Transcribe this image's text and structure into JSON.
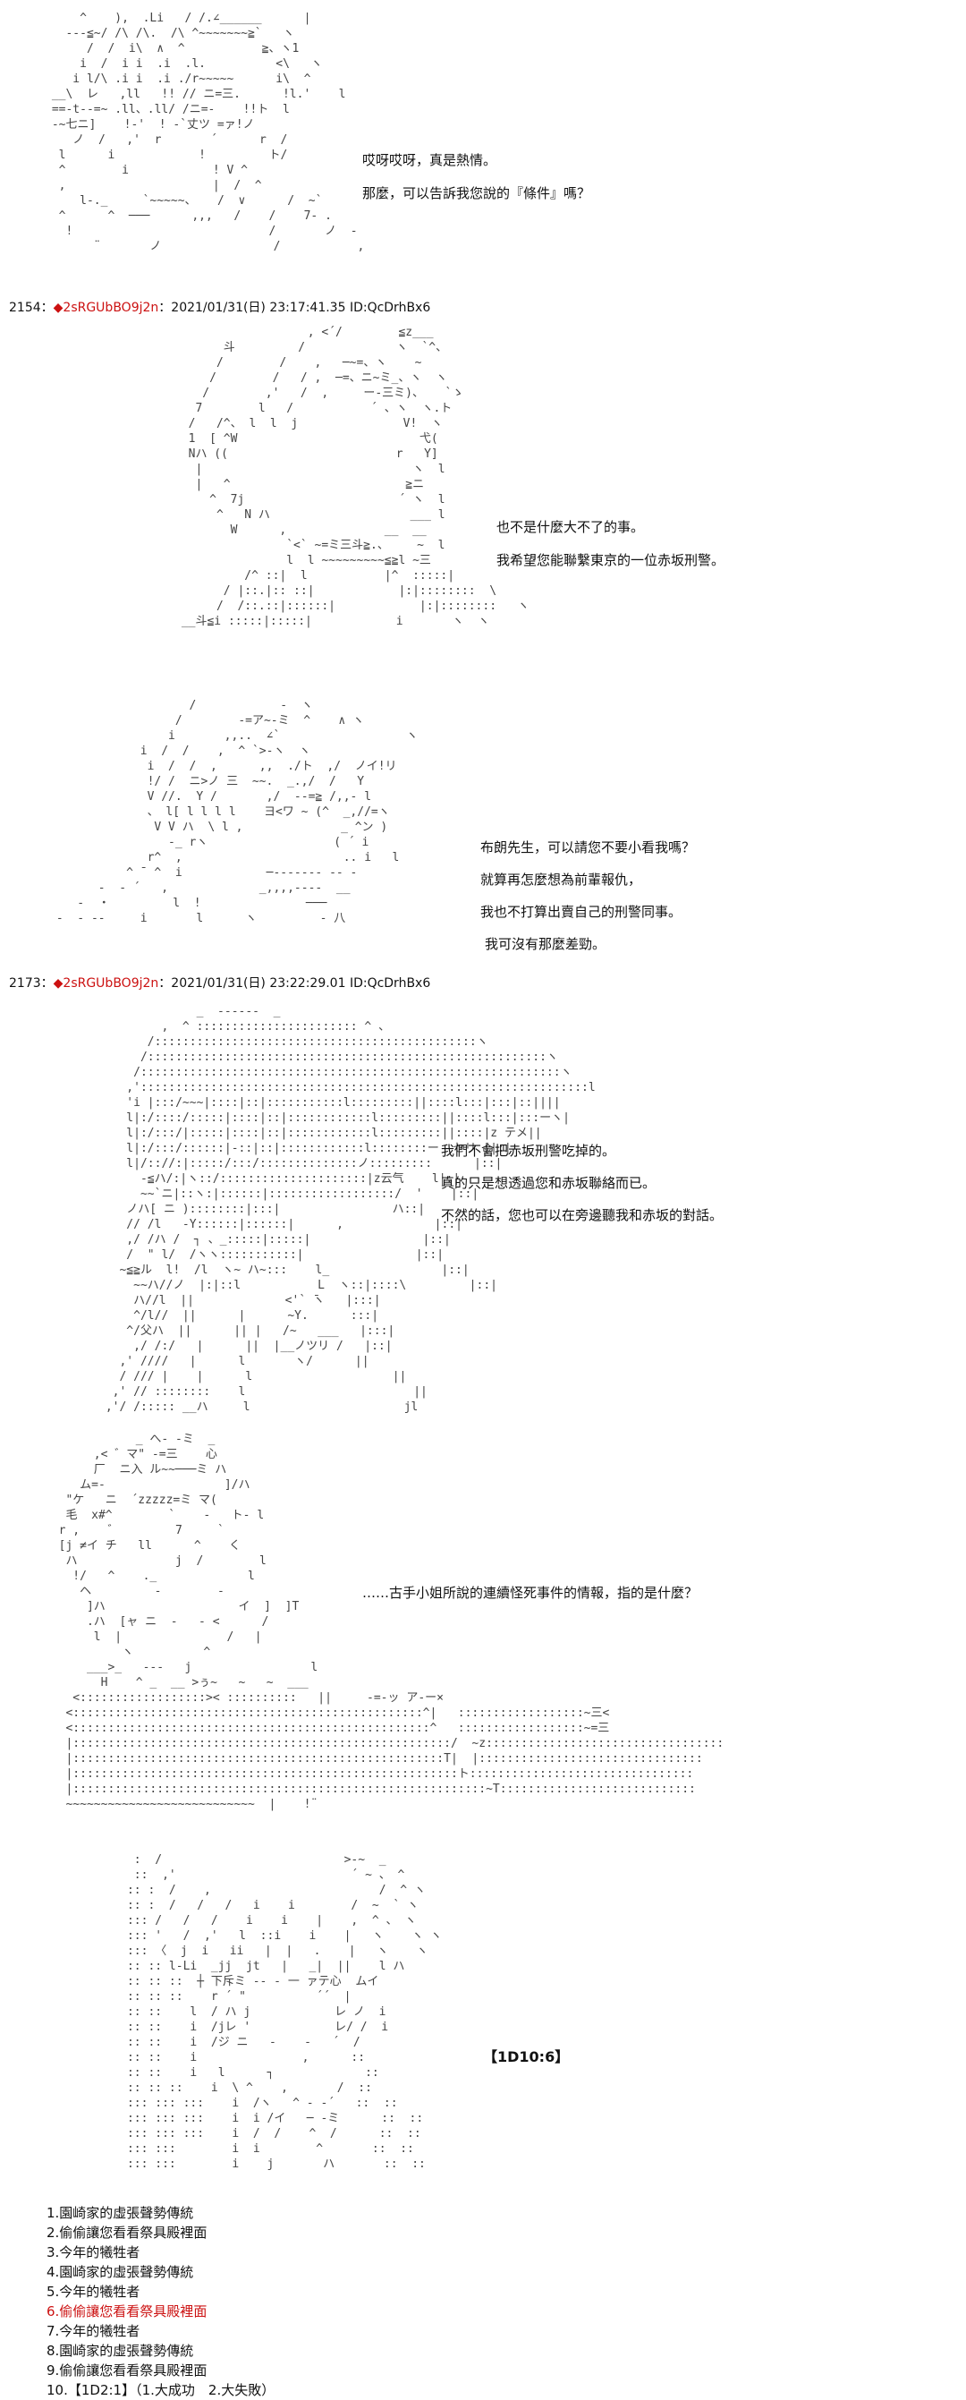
{
  "panel1": {
    "lines": [
      "哎呀哎呀，真是熱情。",
      "那麼，可以告訴我您說的『條件』嗎？"
    ]
  },
  "post1": {
    "number": "2154",
    "separator": "：",
    "trip": "◆2sRGUbBO9j2n",
    "meta": "：2021/01/31(日) 23:17:41.35 ID:QcDrhBx6"
  },
  "panel2": {
    "lines": [
      "也不是什麼大不了的事。",
      "我希望您能聯繫東京的一位赤坂刑警。"
    ]
  },
  "panel3": {
    "lines": [
      "布朗先生，可以請您不要小看我嗎？",
      "就算再怎麼想為前輩報仇，",
      "我也不打算出賣自己的刑警同事。",
      "我可沒有那麼差勁。"
    ]
  },
  "post2": {
    "number": "2173",
    "separator": "：",
    "trip": "◆2sRGUbBO9j2n",
    "meta": "：2021/01/31(日) 23:22:29.01 ID:QcDrhBx6"
  },
  "panel4": {
    "lines": [
      "我們不會把赤坂刑警吃掉的。",
      "真的只是想透過您和赤坂聯絡而已。",
      "不然的話，您也可以在旁邊聽我和赤坂的對話。"
    ]
  },
  "panel5": {
    "lines": [
      "……古手小姐所說的連續怪死事件的情報，指的是什麼？"
    ]
  },
  "panel6": {
    "roll": "【1D10:6】"
  },
  "choices": [
    "1.園崎家的虛張聲勢傳統",
    "2.偷偷讓您看看祭具殿裡面",
    "3.今年的犧牲者",
    "4.園崎家的虛張聲勢傳統",
    "5.今年的犧牲者",
    "6.偷偷讓您看看祭具殿裡面",
    "7.今年的犧牲者",
    "8.園崎家的虛張聲勢傳統",
    "9.偷偷讓您看看祭具殿裡面",
    "10.【1D2:1】（1.大成功　2.大失敗）"
  ],
  "highlight_color": "#cc1111"
}
